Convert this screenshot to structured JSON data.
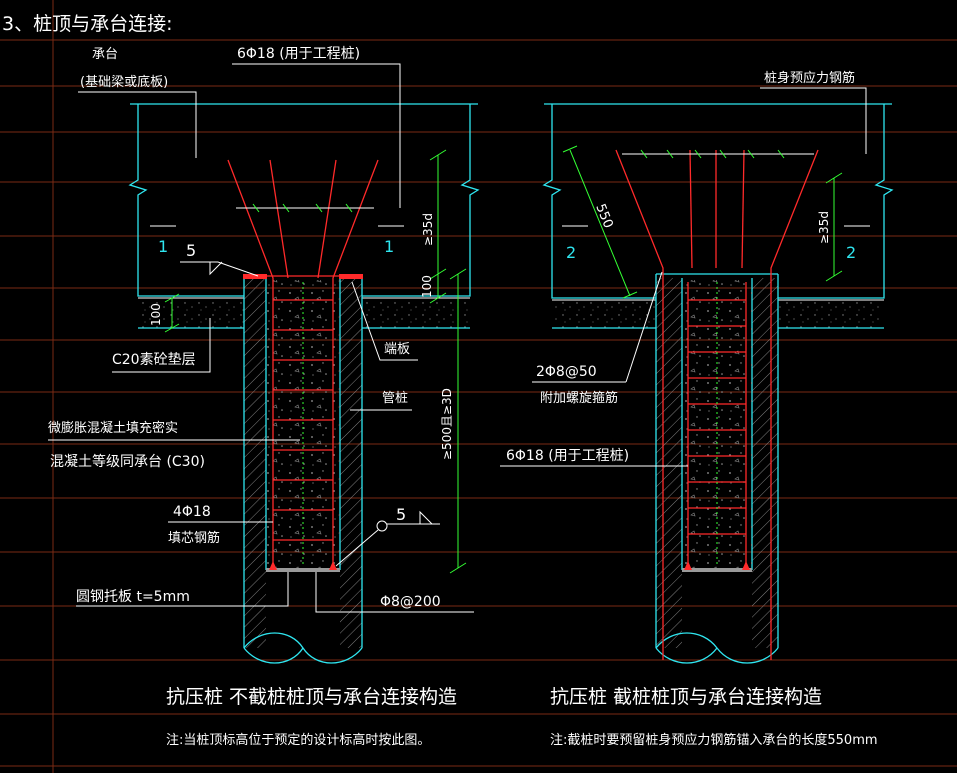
{
  "section_title": "3、桩顶与承台连接:",
  "left": {
    "cap_label_1": "承台",
    "cap_label_2": "(基础梁或底板)",
    "top_rebar": "6Φ18 (用于工程桩)",
    "weld_symbol": "5",
    "section_mark": "1",
    "dim_35d": "≥35d",
    "dim_100_right": "100",
    "dim_100_left": "100",
    "cushion": "C20素砼垫层",
    "end_plate": "端板",
    "pipe_pile": "管桩",
    "dim_500": "≥500且≥3D",
    "fill_note_1": "微膨胀混凝土填充密实",
    "fill_note_2": "混凝土等级同承台 (C30)",
    "core_rebar_1": "4Φ18",
    "core_rebar_2": "填芯钢筋",
    "weld_symbol_2": "5",
    "steel_plate": "圆钢托板 t=5mm",
    "stirrup": "Φ8@200",
    "caption": "抗压桩  不截桩桩顶与承台连接构造",
    "note": "注:当桩顶标高位于预定的设计标高时按此图。"
  },
  "right": {
    "prestress_label": "桩身预应力钢筋",
    "dim_550": "550",
    "section_mark": "2",
    "dim_35d": "≥35d",
    "spiral_1": "2Φ8@50",
    "spiral_2": "附加螺旋箍筋",
    "top_rebar": "6Φ18 (用于工程桩)",
    "caption": "抗压桩  截桩桩顶与承台连接构造",
    "note": "注:截桩时要预留桩身预应力钢筋锚入承台的长度550mm"
  },
  "colors": {
    "background": "#000000",
    "outline": "#2fe6f0",
    "rebar": "#ff2a2a",
    "dimension": "#33ff33",
    "grid": "#7a2a14"
  }
}
